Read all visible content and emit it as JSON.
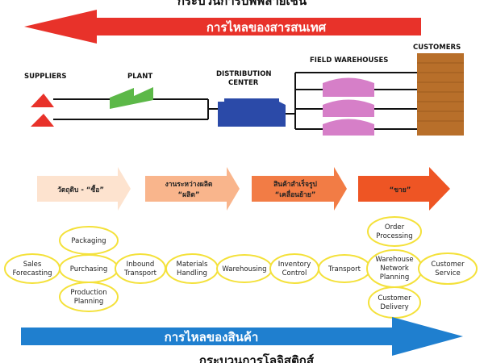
{
  "top_cut_title": "กระบวนการบัพพลายเชน",
  "bottom_cut_title": "กระบวนการโลจิสติกส์",
  "info_flow": {
    "label": "การไหลของสารสนเทศ",
    "color": "#e8322a"
  },
  "goods_flow": {
    "label": "การไหลของสินค้า",
    "color": "#1f7fcf"
  },
  "stages": {
    "suppliers": "SUPPLIERS",
    "plant": "PLANT",
    "distribution_center_line1": "DISTRIBUTION",
    "distribution_center_line2": "CENTER",
    "field_warehouses": "FIELD WAREHOUSES",
    "customers": "CUSTOMERS"
  },
  "phases": [
    {
      "line1": "วัตถุดิบ - “ซื้อ”",
      "line2": "",
      "color": "#fde3cf"
    },
    {
      "line1": "งานระหว่างผลิต",
      "line2": "“ผลิต”",
      "color": "#f9b58c"
    },
    {
      "line1": "สินค้าสำเร็จรูป",
      "line2": "“เคลื่อนย้าย”",
      "color": "#f27c45"
    },
    {
      "line1": "“ขาย”",
      "line2": "",
      "color": "#ee5524"
    }
  ],
  "activities": {
    "packaging": "Packaging",
    "sales_forecasting": [
      "Sales",
      "Forecasting"
    ],
    "purchasing": "Purchasing",
    "production_planning": [
      "Production",
      "Planning"
    ],
    "inbound_transport": [
      "Inbound",
      "Transport"
    ],
    "materials_handling": [
      "Materials",
      "Handling"
    ],
    "warehousing": "Warehousing",
    "inventory_control": [
      "Inventory",
      "Control"
    ],
    "transport": "Transport",
    "order_processing": [
      "Order",
      "Processing"
    ],
    "warehouse_network_planning": [
      "Warehouse",
      "Network",
      "Planning"
    ],
    "customer_delivery": [
      "Customer",
      "Delivery"
    ],
    "customer_service": [
      "Customer",
      "Service"
    ]
  },
  "colors": {
    "supplier": "#e8322a",
    "plant": "#5cb848",
    "distribution_center": "#2b4aa8",
    "warehouse": "#d67fc8",
    "customers": "#b86f2a",
    "activity_border": "#f4e13a"
  }
}
